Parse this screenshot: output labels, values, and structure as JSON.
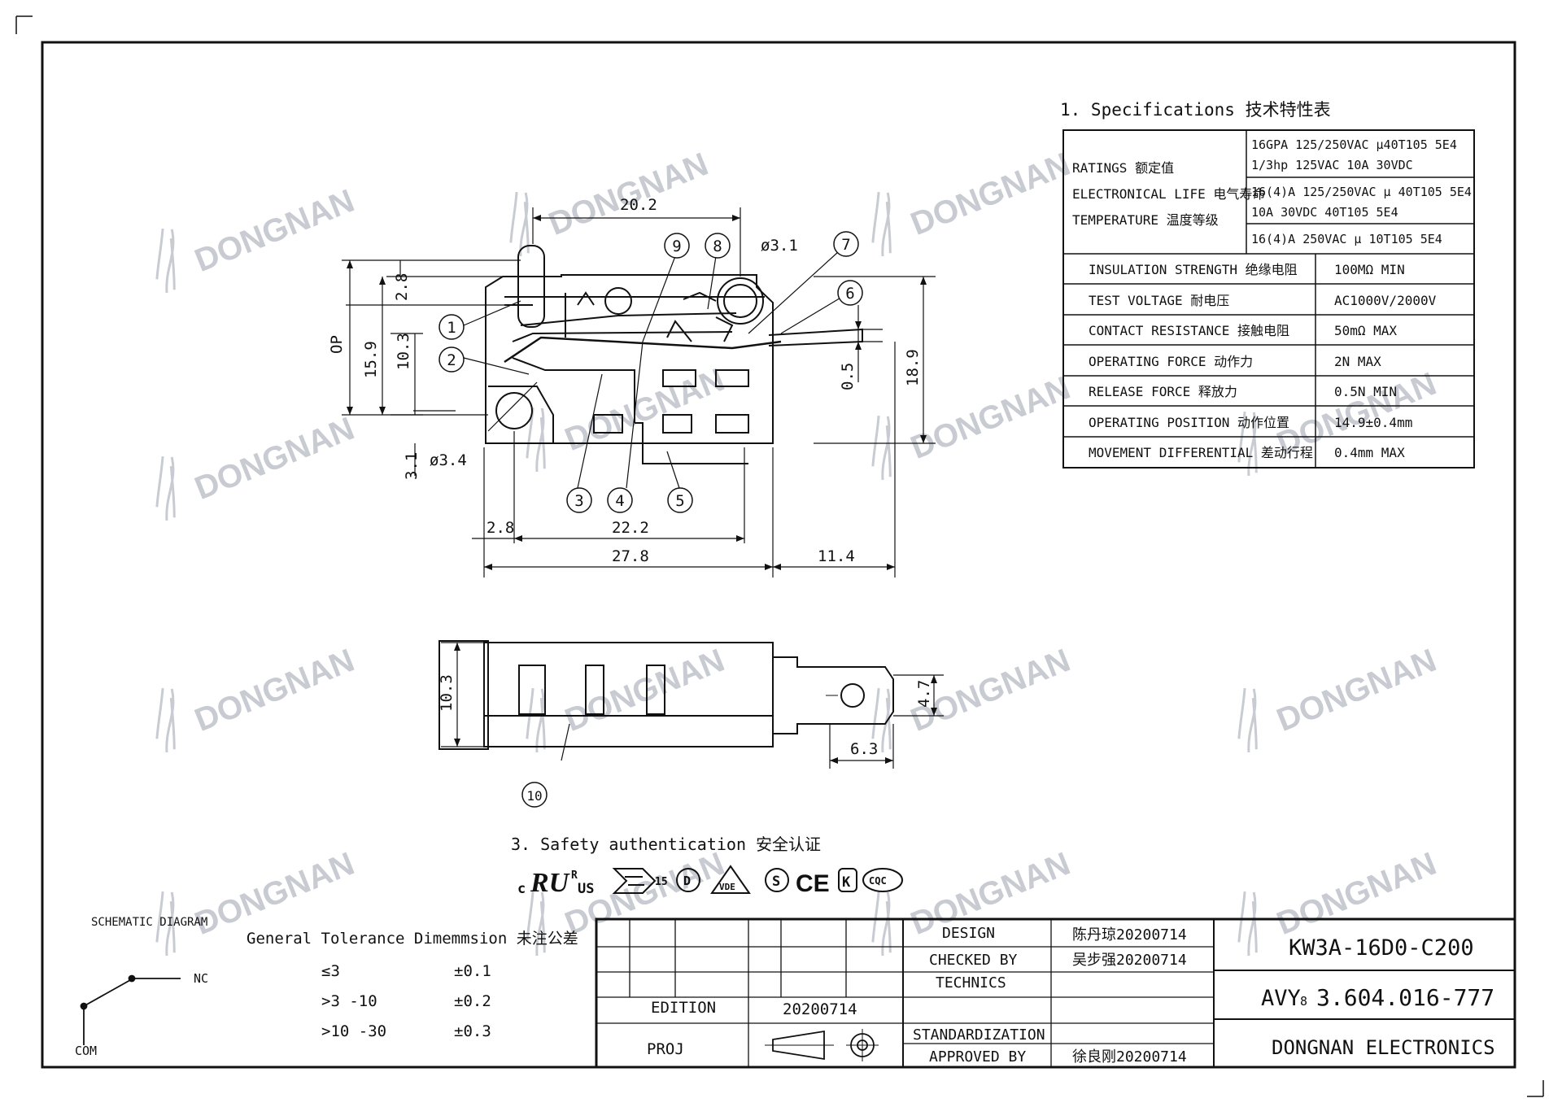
{
  "watermark": "DONGNAN",
  "specs": {
    "title": "1. Specifications  技术特性表",
    "left_labels": [
      "RATINGS 额定值",
      "ELECTRONICAL LIFE 电气寿命",
      "TEMPERATURE 温度等级"
    ],
    "rating_rows": [
      [
        "16GPA 125/250VAC  μ40T105 5E4",
        "1/3hp 125VAC  10A 30VDC"
      ],
      [
        "16(4)A 125/250VAC  μ  40T105 5E4",
        "10A 30VDC 40T105 5E4"
      ],
      [
        "16(4)A 250VAC  μ  10T105  5E4"
      ]
    ],
    "rows": [
      {
        "label": "INSULATION STRENGTH 绝缘电阻",
        "value": "100MΩ MIN"
      },
      {
        "label": "TEST VOLTAGE 耐电压",
        "value": "AC1000V/2000V"
      },
      {
        "label": "CONTACT RESISTANCE 接触电阻",
        "value": "50mΩ MAX"
      },
      {
        "label": "OPERATING FORCE 动作力",
        "value": "2N MAX"
      },
      {
        "label": "RELEASE FORCE 释放力",
        "value": "0.5N MIN"
      },
      {
        "label": "OPERATING POSITION 动作位置",
        "value": "14.9±0.4mm"
      },
      {
        "label": "MOVEMENT DIFFERENTIAL 差动行程",
        "value": "0.4mm MAX"
      }
    ]
  },
  "dims": {
    "top": "20.2",
    "d31": "ø3.1",
    "d28a": "2.8",
    "op": "OP",
    "h159": "15.9",
    "h103": "10.3",
    "h189": "18.9",
    "h05": "0.5",
    "h31": "3.1",
    "d34": "ø3.4",
    "w28": "2.8",
    "w222": "22.2",
    "w278": "27.8",
    "w114": "11.4",
    "b103": "10.3",
    "b47": "4.7",
    "b63": "6.3"
  },
  "callouts": [
    "1",
    "2",
    "3",
    "4",
    "5",
    "6",
    "7",
    "8",
    "9",
    "10"
  ],
  "safety": {
    "title": "3. Safety authentication  安全认证",
    "marks": [
      "c",
      "R",
      "US",
      "15",
      "D",
      "VDE",
      "S",
      "CE",
      "K",
      "CQC"
    ]
  },
  "schematic": {
    "title": "SCHEMATIC DIAGRAM",
    "nc": "NC",
    "com": "COM"
  },
  "tolerance": {
    "title": "General Tolerance Dimemmsion 未注公差",
    "rows": [
      {
        "range": "≤3",
        "tol": "±0.1"
      },
      {
        "range": ">3 -10",
        "tol": "±0.2"
      },
      {
        "range": ">10 -30",
        "tol": "±0.3"
      }
    ]
  },
  "title_block": {
    "edition_label": "EDITION",
    "edition_value": "20200714",
    "proj_label": "PROJ",
    "design_label": "DESIGN",
    "design_value": "陈丹琼20200714",
    "checked_label": "CHECKED BY",
    "checked_value": "吴步强20200714",
    "technics_label": "TECHNICS",
    "standard_label": "STANDARDIZATION",
    "approved_label": "APPROVED BY",
    "approved_value": "徐良刚20200714",
    "part_no": "KW3A-16D0-C200",
    "doc_prefix": "AVY",
    "doc_sub": "8",
    "doc_no": "3.604.016-777",
    "company": "DONGNAN ELECTRONICS"
  }
}
